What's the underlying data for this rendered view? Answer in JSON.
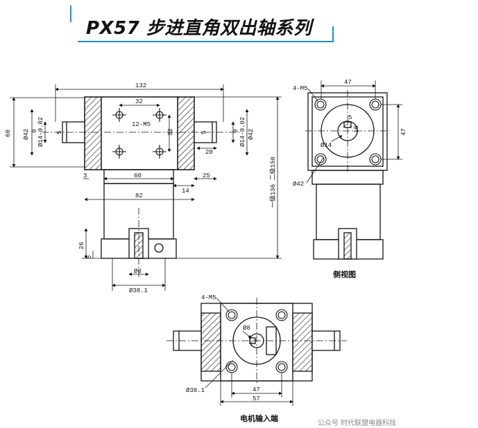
{
  "title": "PX57 步进直角双出轴系列",
  "front": {
    "top_width": "132",
    "inner_32_top": "32",
    "thread": "12-M5",
    "inner_32_side": "32",
    "left_60": "60",
    "left_d42": "Ø42",
    "left_0": "0",
    "left_d14": "Ø14-0.02",
    "left_5": "5",
    "right_d42": "Ø42",
    "right_0": "0",
    "right_d14": "Ø14-0.02",
    "right_5": "5",
    "right_20": "20",
    "dim_3": "3",
    "dim_60": "60",
    "dim_25": "25",
    "dim_14": "14",
    "dim_82": "82",
    "dim_26": "26",
    "dim_5b": "5",
    "dim_d8": "Ø8",
    "dim_d38": "Ø38.1",
    "height_label": "一级136 二级150"
  },
  "side": {
    "top_47": "47",
    "right_47": "47",
    "holes": "4-M5",
    "d14": "Ø14",
    "key5": "5",
    "key16": "16",
    "d42": "Ø42",
    "caption": "侧视图"
  },
  "bottom": {
    "holes": "4-M5",
    "d8": "Ø8",
    "d38": "Ø38.1",
    "dim_47": "47",
    "dim_57": "57",
    "caption": "电机输入端"
  },
  "watermark": "公众号 时代联盟电器科技"
}
